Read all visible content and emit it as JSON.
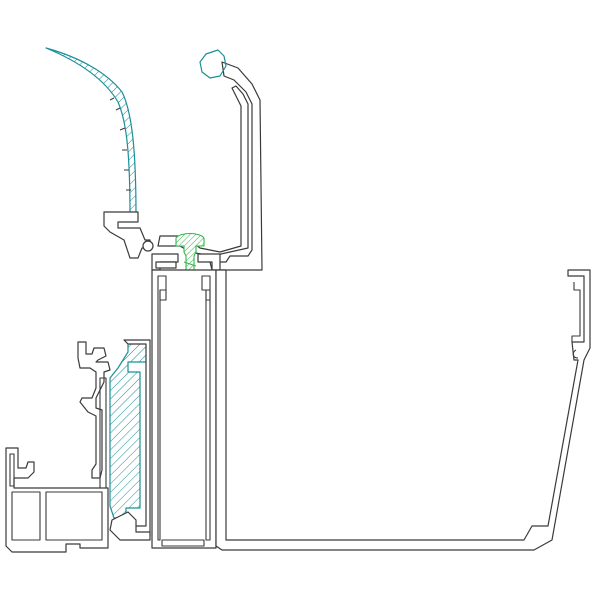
{
  "drawing": {
    "kind": "aluminium profile section",
    "colors": {
      "outline": "#3a3a3a",
      "background": "#ffffff",
      "insulation_hatch": "#1a8f98",
      "gasket": "#1a8f98",
      "screw": "#2fb84a"
    },
    "components": [
      "curved-glazing-cover",
      "glazing-bead-with-gasket",
      "central-mullion-tube",
      "threaded-screw",
      "insulating-strip",
      "left-frame-profile",
      "gutter-channel"
    ]
  }
}
